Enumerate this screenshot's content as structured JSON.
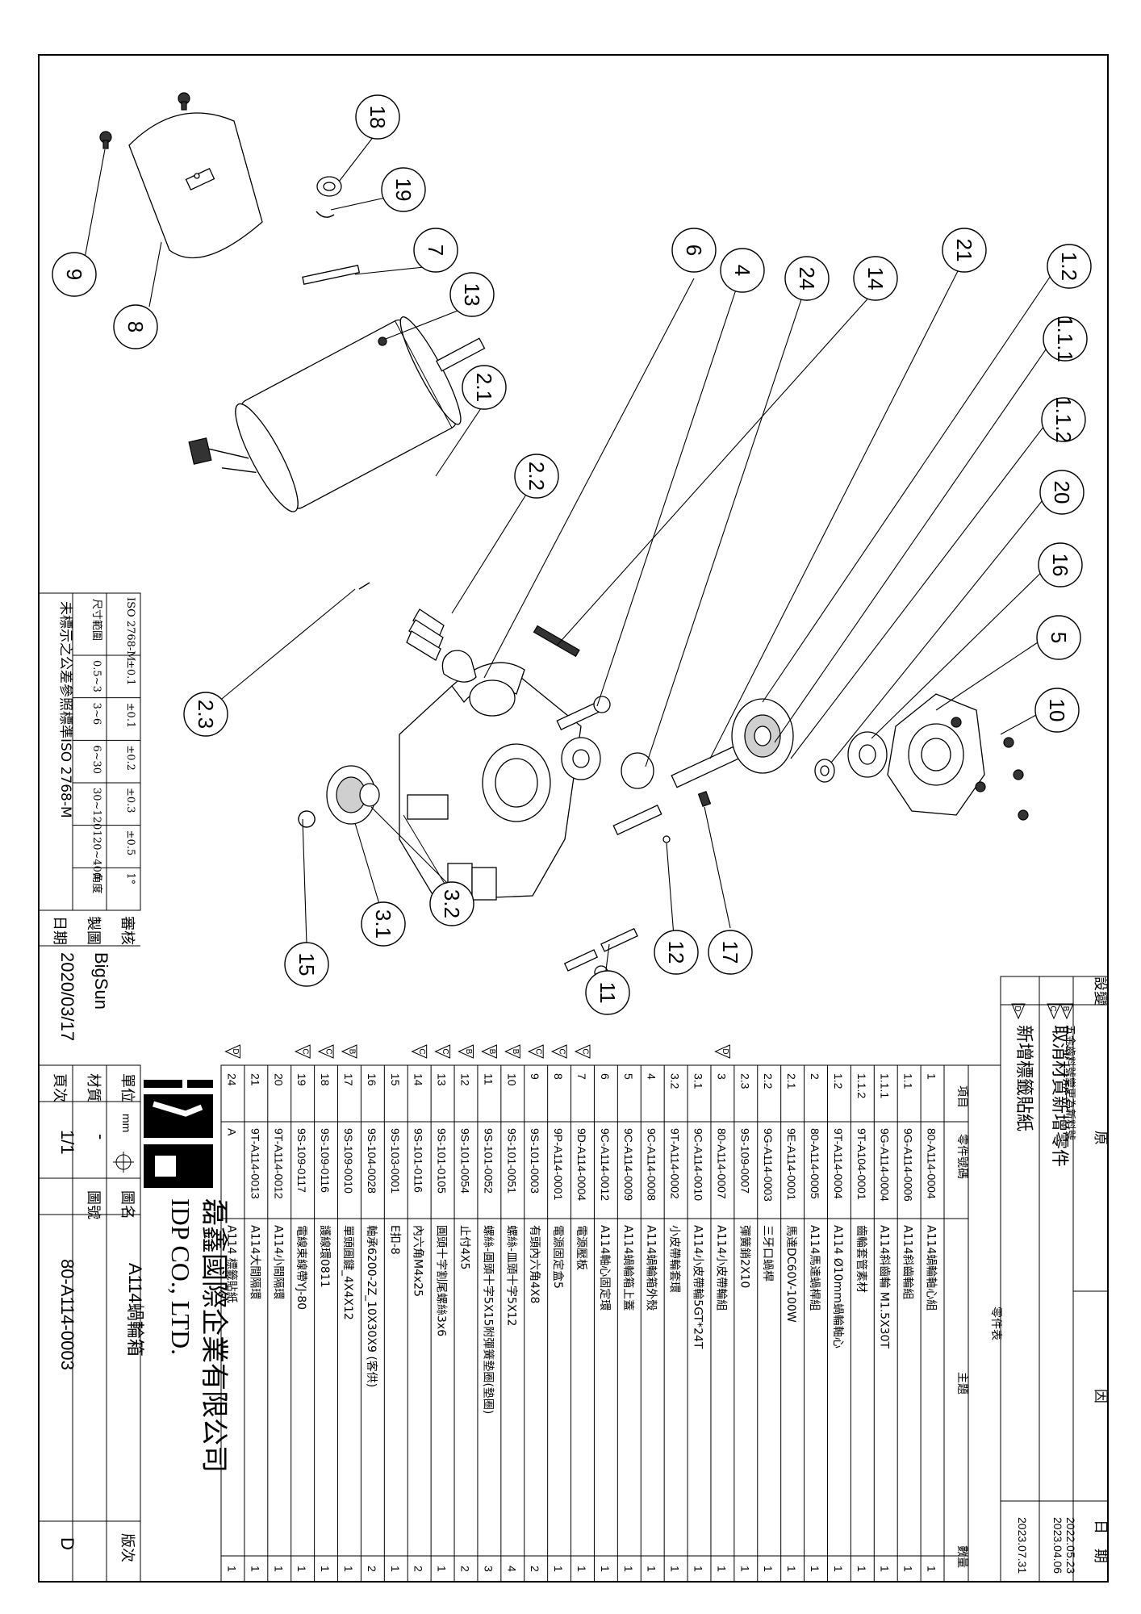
{
  "revision_block": {
    "header_change": "設變",
    "header_origin": "原",
    "header_cause": "因",
    "header_date": "日　期",
    "rows": [
      {
        "mark": "B",
        "text": "五金齒料號變更為新料號",
        "date": "2022.05.23"
      },
      {
        "mark": "C",
        "text": "取消材質新增零件",
        "date": "2023.04.06"
      },
      {
        "mark": "D",
        "text": "新增標籤貼紙",
        "date": "2023.07.31"
      }
    ]
  },
  "bom": {
    "title": "零件表",
    "headers": {
      "item": "項目",
      "part_no": "零件號碼",
      "name": "主題",
      "qty": "數量"
    },
    "rows": [
      {
        "rev": "",
        "item": "1",
        "part_no": "80-A114-0004",
        "name": "A114蝸輪軸心組",
        "qty": "1"
      },
      {
        "rev": "",
        "item": "1.1",
        "part_no": "9G-A114-0006",
        "name": "A114斜齒輪組",
        "qty": "1"
      },
      {
        "rev": "",
        "item": "1.1.1",
        "part_no": "9G-A114-0004",
        "name": "A114斜齒輪 M1.5X30T",
        "qty": "1"
      },
      {
        "rev": "",
        "item": "1.1.2",
        "part_no": "9T-A104-0001",
        "name": "齒輪套管素材",
        "qty": "1"
      },
      {
        "rev": "",
        "item": "1.2",
        "part_no": "9T-A114-0004",
        "name": "A114 Ø10mm蝸輪軸心",
        "qty": "1"
      },
      {
        "rev": "",
        "item": "2",
        "part_no": "80-A114-0005",
        "name": "A114馬達蝸桿組",
        "qty": "1"
      },
      {
        "rev": "",
        "item": "2.1",
        "part_no": "9E-A114-0001",
        "name": "馬達DC60V-100W",
        "qty": "1"
      },
      {
        "rev": "",
        "item": "2.2",
        "part_no": "9G-A114-0003",
        "name": "三牙口蝸桿",
        "qty": "1"
      },
      {
        "rev": "",
        "item": "2.3",
        "part_no": "9S-109-0007",
        "name": "彈簧銷2X10",
        "qty": "1"
      },
      {
        "rev": "D",
        "item": "3",
        "part_no": "80-A114-0007",
        "name": "A114小皮帶輪組",
        "qty": "1"
      },
      {
        "rev": "",
        "item": "3.1",
        "part_no": "9C-A114-0010",
        "name": "A114小皮帶輪5GT*24T",
        "qty": "1"
      },
      {
        "rev": "",
        "item": "3.2",
        "part_no": "9T-A114-0002",
        "name": "小皮帶輪套環",
        "qty": "1"
      },
      {
        "rev": "",
        "item": "4",
        "part_no": "9C-A114-0008",
        "name": "A114蝸輪箱外殼",
        "qty": "1"
      },
      {
        "rev": "",
        "item": "5",
        "part_no": "9C-A114-0009",
        "name": "A114蝸輪箱上蓋",
        "qty": "1"
      },
      {
        "rev": "",
        "item": "6",
        "part_no": "9C-A114-0012",
        "name": "A114軸心固定環",
        "qty": "1"
      },
      {
        "rev": "C",
        "item": "7",
        "part_no": "9D-A114-0004",
        "name": "電源壓板",
        "qty": "1"
      },
      {
        "rev": "C",
        "item": "8",
        "part_no": "9P-A114-0001",
        "name": "電源固定盒5",
        "qty": "1"
      },
      {
        "rev": "C",
        "item": "9",
        "part_no": "9S-101-0003",
        "name": "有頭內六角4X8",
        "qty": "2"
      },
      {
        "rev": "B",
        "item": "10",
        "part_no": "9S-101-0051",
        "name": "螺絲-皿頭十字5X12",
        "qty": "4"
      },
      {
        "rev": "B",
        "item": "11",
        "part_no": "9S-101-0052",
        "name": "螺絲-圓頭十字5X15附彈簧墊圈(墊圈)",
        "qty": "3"
      },
      {
        "rev": "B",
        "item": "12",
        "part_no": "9S-101-0054",
        "name": "止付4X5",
        "qty": "2"
      },
      {
        "rev": "C",
        "item": "13",
        "part_no": "9S-101-0105",
        "name": "圓頭十字割尾螺絲3x6",
        "qty": "1"
      },
      {
        "rev": "C",
        "item": "14",
        "part_no": "9S-101-0116",
        "name": "內六角M4x25",
        "qty": "2"
      },
      {
        "rev": "",
        "item": "15",
        "part_no": "9S-103-0001",
        "name": "E扣-8",
        "qty": "1"
      },
      {
        "rev": "",
        "item": "16",
        "part_no": "9S-104-0028",
        "name": "軸承6200-2Z_10X30X9 (客供)",
        "qty": "2"
      },
      {
        "rev": "B",
        "item": "17",
        "part_no": "9S-109-0010",
        "name": "單頭圓鍵_4X4X12",
        "qty": "1"
      },
      {
        "rev": "C",
        "item": "18",
        "part_no": "9S-109-0116",
        "name": "護線環0811",
        "qty": "1"
      },
      {
        "rev": "C",
        "item": "19",
        "part_no": "9S-109-0117",
        "name": "電線束線帶YJ-80",
        "qty": "1"
      },
      {
        "rev": "",
        "item": "20",
        "part_no": "9T-A114-0012",
        "name": "A114小間隔環",
        "qty": "1"
      },
      {
        "rev": "",
        "item": "21",
        "part_no": "9T-A114-0013",
        "name": "A114大間隔環",
        "qty": "1"
      },
      {
        "rev": "D",
        "item": "24",
        "part_no": "A",
        "name": "A114 標籤貼紙",
        "qty": "1"
      }
    ]
  },
  "company": {
    "logo_letters": "IDP",
    "name_cn": "磊鑫國際企業有限公司",
    "name_en": "IDP CO., LTD."
  },
  "title_block": {
    "unit_label": "單位",
    "unit_value": "mm",
    "drawing_name_label": "圖名",
    "drawing_name": "A114蝸輪箱",
    "version_label": "版次",
    "version": "D",
    "material_label": "材質",
    "material": "-",
    "drawing_no_label": "圖號",
    "drawing_no": "80-A114-0003",
    "page_label": "頁次",
    "page": "1/1",
    "date_label": "日期",
    "date": "2020/03/17",
    "drafter_label": "製圖",
    "drafter": "BigSun",
    "checker_label": "審核",
    "checker": ""
  },
  "tolerance_table": {
    "standard": "ISO 2768-M",
    "range_label": "尺寸範圍",
    "ranges": [
      "0.5~3",
      "3~6",
      "6~30",
      "30~120",
      "120~400",
      "角度"
    ],
    "tolerances": [
      "±0.1",
      "±0.1",
      "±0.2",
      "±0.3",
      "±0.5",
      "1°"
    ],
    "note": "未標示之公差參照標準ISO 2768-M"
  },
  "balloons": [
    "1.2",
    "1.1.1",
    "1.1.2",
    "20",
    "16",
    "5",
    "10",
    "21",
    "14",
    "24",
    "4",
    "6",
    "2.1",
    "2.2",
    "7",
    "13",
    "19",
    "18",
    "8",
    "9",
    "2.3",
    "3.1",
    "3.2",
    "15",
    "11",
    "12",
    "17"
  ],
  "colors": {
    "ink": "#000000",
    "paper": "#ffffff"
  }
}
